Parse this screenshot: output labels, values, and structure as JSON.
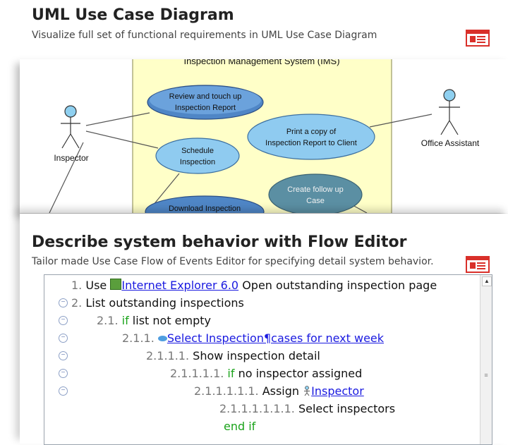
{
  "section1": {
    "title": "UML Use Case Diagram",
    "subtitle": "Visualize full set of functional requirements in UML Use Case Diagram",
    "slides_icon": "presentation-icon"
  },
  "diagram": {
    "system_name": "Inspection Management System (IMS)",
    "actors": [
      "Inspector",
      "Office Assistant"
    ],
    "use_cases": [
      [
        "Review and touch up",
        "Inspection Report"
      ],
      [
        "Schedule",
        "Inspection"
      ],
      [
        "Print a copy of",
        "Inspection Report to Client"
      ],
      [
        "Create follow up",
        "Case"
      ],
      [
        "Download Inspection"
      ]
    ],
    "colors": {
      "system_fill": "#ffffc8",
      "use_case_blue": "#8fcbf0",
      "use_case_dark": "#4f86c6",
      "use_case_teal": "#5b8fa3",
      "actor_head": "#8fd0f0"
    }
  },
  "section2": {
    "title": "Describe system behavior with Flow Editor",
    "subtitle": "Tailor made Use Case Flow of Events Editor for specifying detail system behavior.",
    "slides_icon": "presentation-icon"
  },
  "flow": {
    "rows": [
      {
        "num": "1.",
        "pre": "Use",
        "icon": "internet-explorer-icon",
        "link": "Internet Explorer 6.0",
        "post": "Open outstanding inspection page"
      },
      {
        "num": "2.",
        "text": "List outstanding inspections"
      },
      {
        "num": "2.1.",
        "kw": "if",
        "text": "list not empty"
      },
      {
        "num": "2.1.1.",
        "icon": "use-case-icon",
        "link": "Select Inspection¶cases for next week"
      },
      {
        "num": "2.1.1.1.",
        "text": "Show inspection detail"
      },
      {
        "num": "2.1.1.1.1.",
        "kw": "if",
        "text": "no inspector assigned"
      },
      {
        "num": "2.1.1.1.1.1.",
        "pre": "Assign",
        "icon": "actor-icon",
        "link": "Inspector"
      },
      {
        "num": "2.1.1.1.1.1.1.",
        "text": "Select inspectors"
      },
      {
        "kw": "end if"
      }
    ],
    "colors": {
      "number": "#777777",
      "keyword": "#1aa31a",
      "link": "#1a1ae0"
    }
  }
}
